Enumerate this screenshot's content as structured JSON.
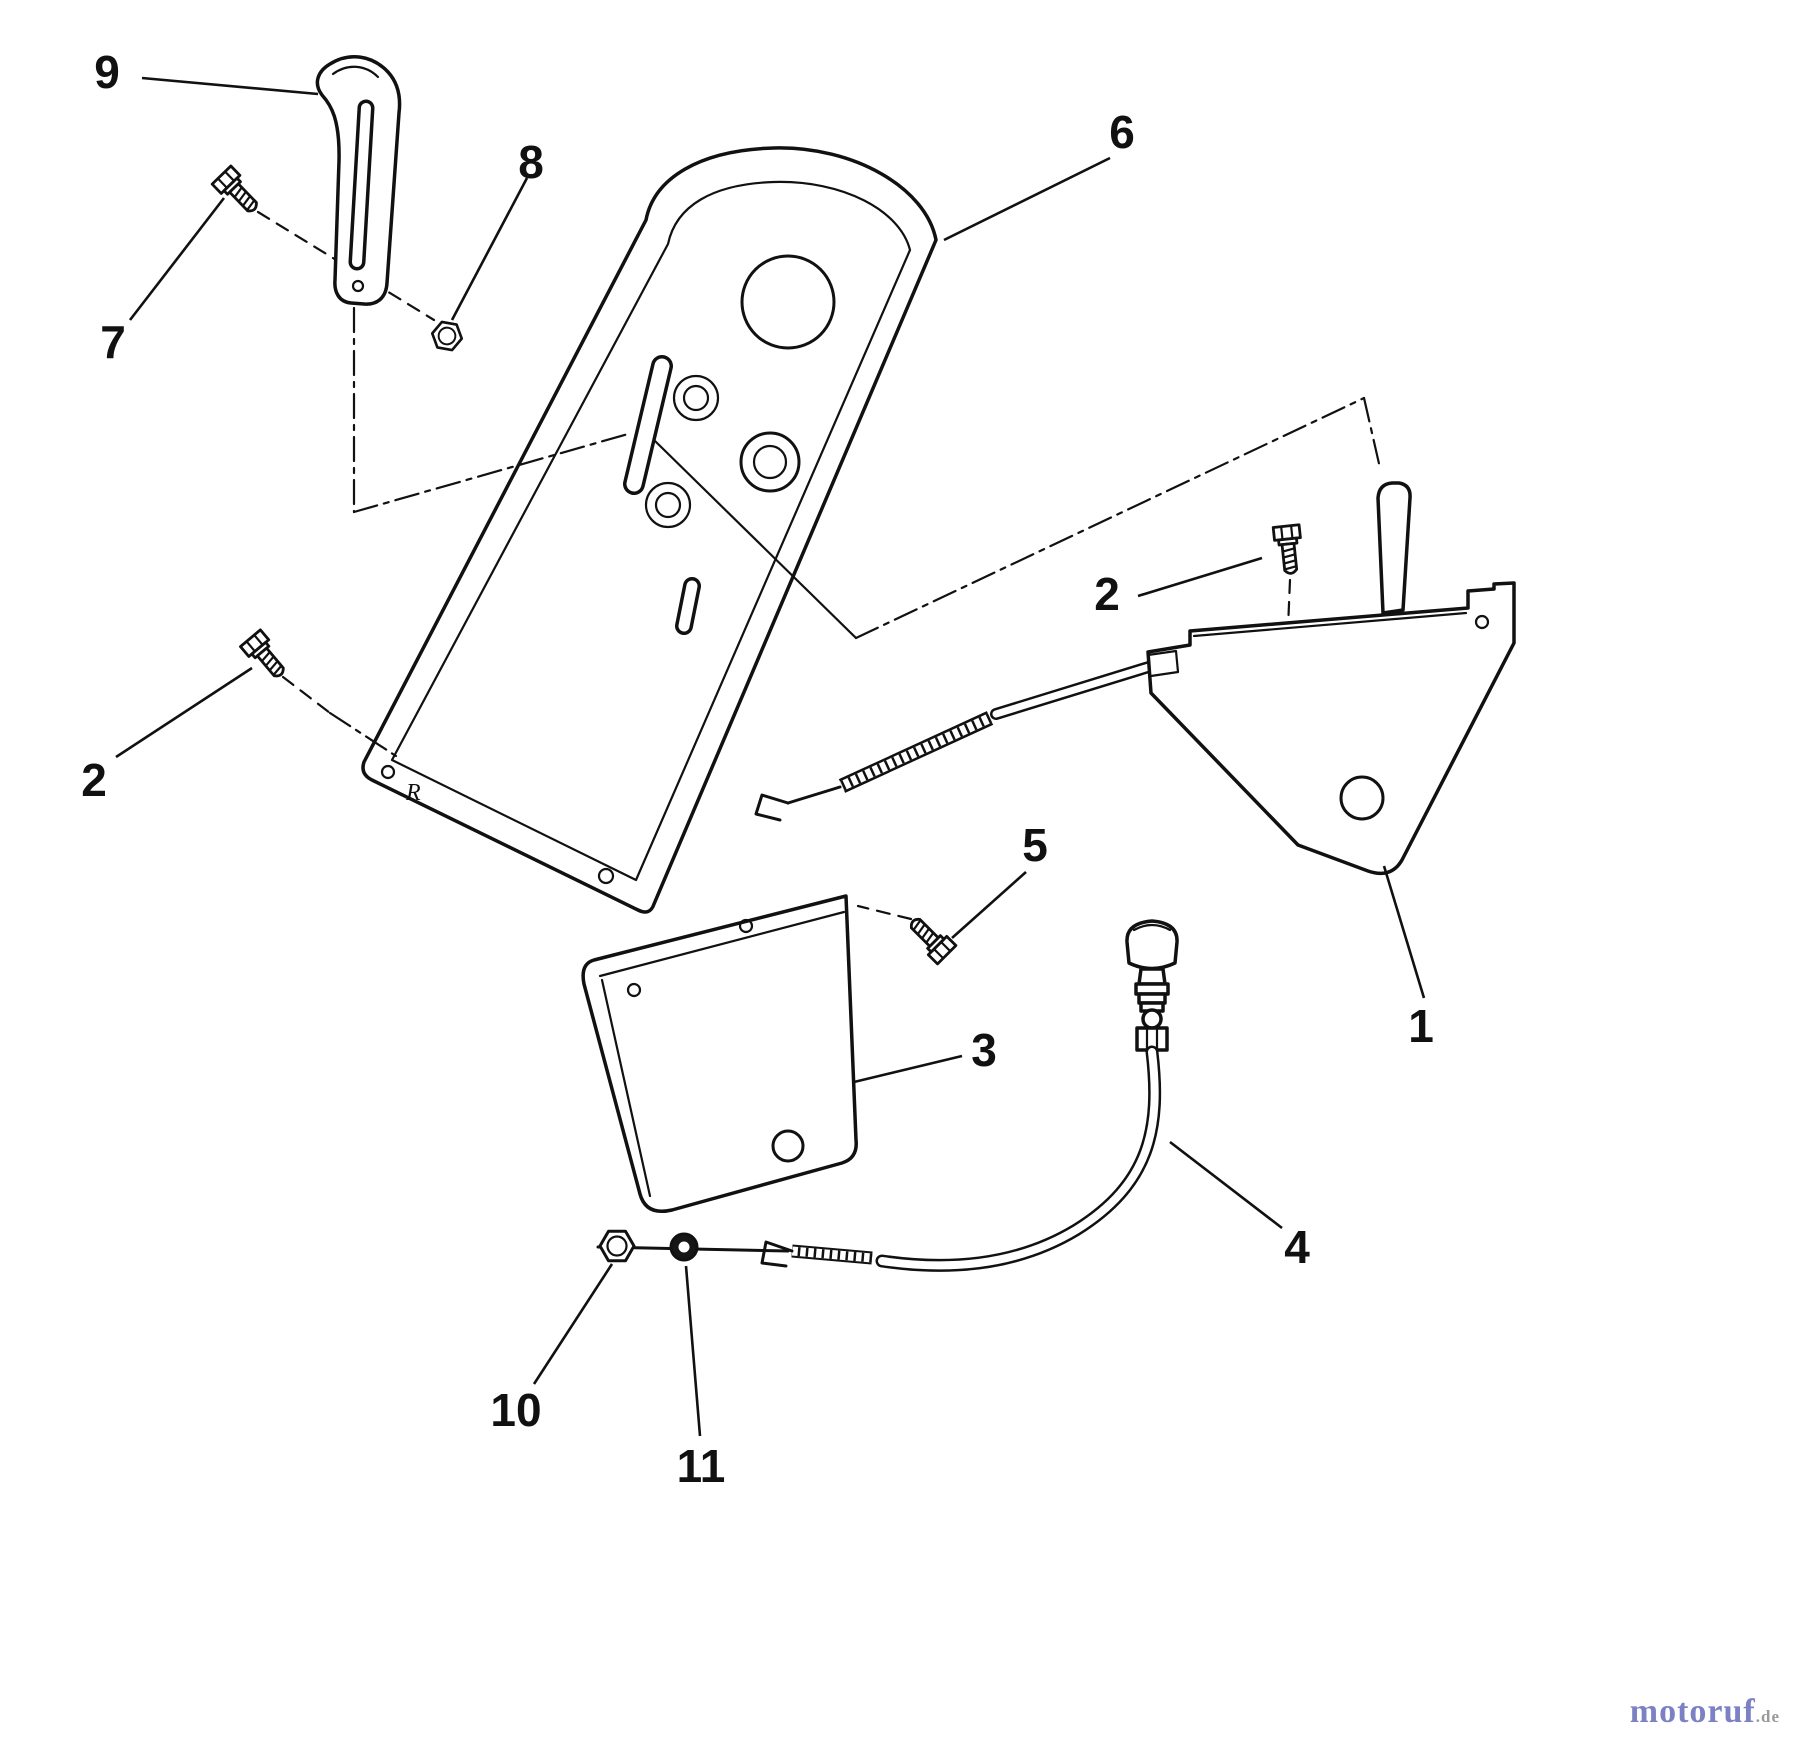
{
  "diagram": {
    "background": "#ffffff",
    "line_color": "#111111",
    "type": "exploded-parts-diagram",
    "callouts": {
      "c1": "1",
      "c2a": "2",
      "c2b": "2",
      "c3": "3",
      "c4": "4",
      "c5": "5",
      "c6": "6",
      "c7": "7",
      "c8": "8",
      "c9": "9",
      "c10": "10",
      "c11": "11"
    },
    "panel_mark": "R",
    "watermark": {
      "name": "motoruf",
      "tld": ".de",
      "name_color": "#7c81c4",
      "tld_color": "#9a9a9a"
    }
  }
}
